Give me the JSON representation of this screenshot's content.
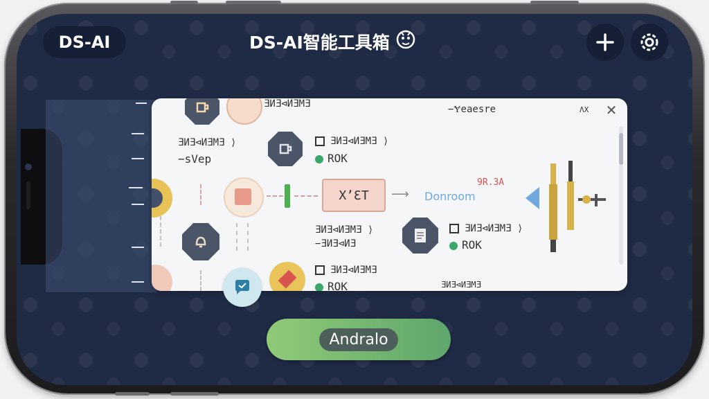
{
  "header": {
    "brand": "DS-AI",
    "title": "DS-AI智能工具箱"
  },
  "card": {
    "top_left_text": "ƎИƎ⊲ИƎМƎ",
    "top_right_text": "−Ɏeaesre",
    "top_right_badge": "ΛX",
    "row1_left_line1": "ƎИƎ⊲ИƎМƎ ⟩",
    "row1_left_line2": "−sVep",
    "row1_mid_line1": "ƎИƎ⊲ИƎМƎ ⟩",
    "row1_mid_line2": "ROK",
    "box_label": "XʼƐT",
    "flow_label": "Donroom",
    "small_red": "9R.3A",
    "row2_left_line1": "ƎИƎ⊲ИƎМƎ ⟩",
    "row2_left_line2": "−ƎИƎ⊲ИƎ",
    "row2_right_line1": "ƎИƎ⊲ИƎМƎ ⟩",
    "row2_right_line2": "ROK",
    "row3_line1": "ƎИƎ⊲ИƎМƎ",
    "row3_line2": "ROK",
    "row3_right": "ƎИƎ⊲ИƎМƎ"
  },
  "cta": {
    "label": "Andralo"
  },
  "colors": {
    "screen_bg": "#1f2a44",
    "cta_start": "#8fca78",
    "cta_end": "#5fa66b",
    "status_green": "#3aa86b",
    "flow_blue": "#6fa8dc"
  }
}
